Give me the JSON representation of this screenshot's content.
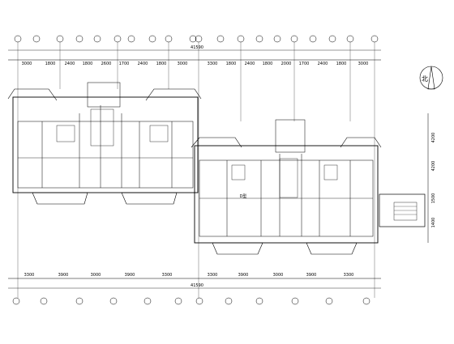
{
  "drawing": {
    "title": "residential floor plan (CAD)",
    "north_label": "北",
    "overall_dim_top": "41590",
    "overall_dim_bottom": "41590",
    "top_dims": [
      "3000",
      "1800",
      "2400",
      "1800",
      "2600",
      "1700",
      "2400",
      "1800",
      "3000",
      "3300",
      "1800",
      "2400",
      "1800",
      "2000",
      "1700",
      "2400",
      "1800",
      "3000"
    ],
    "bottom_dims": [
      "3300",
      "3900",
      "3000",
      "3900",
      "3300",
      "3300",
      "3900",
      "3000",
      "3900",
      "3300"
    ],
    "right_dims": [
      "4200",
      "4200",
      "1500",
      "1400"
    ],
    "tag_D": "D型",
    "colors": {
      "line": "#000000",
      "background": "#ffffff"
    }
  }
}
